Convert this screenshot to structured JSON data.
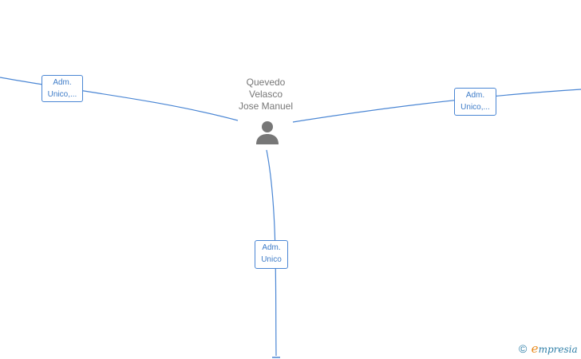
{
  "center_node": {
    "name_lines": [
      "Quevedo",
      "Velasco",
      "Jose Manuel"
    ],
    "icon": "person-icon"
  },
  "edges": [
    {
      "id": "left",
      "label_lines": [
        "Adm.",
        "Unico,..."
      ]
    },
    {
      "id": "right",
      "label_lines": [
        "Adm.",
        "Unico,..."
      ]
    },
    {
      "id": "bottom",
      "label_lines": [
        "Adm.",
        "Unico"
      ]
    }
  ],
  "colors": {
    "edge": "#4a86d4",
    "label_text": "#3e7cc8",
    "node_text": "#777777",
    "person_icon": "#777777",
    "watermark_e": "#e98a1c",
    "watermark_text": "#2f7fa8"
  },
  "watermark": {
    "copyright_symbol": "©",
    "brand_first": "e",
    "brand_rest": "mpresia"
  }
}
